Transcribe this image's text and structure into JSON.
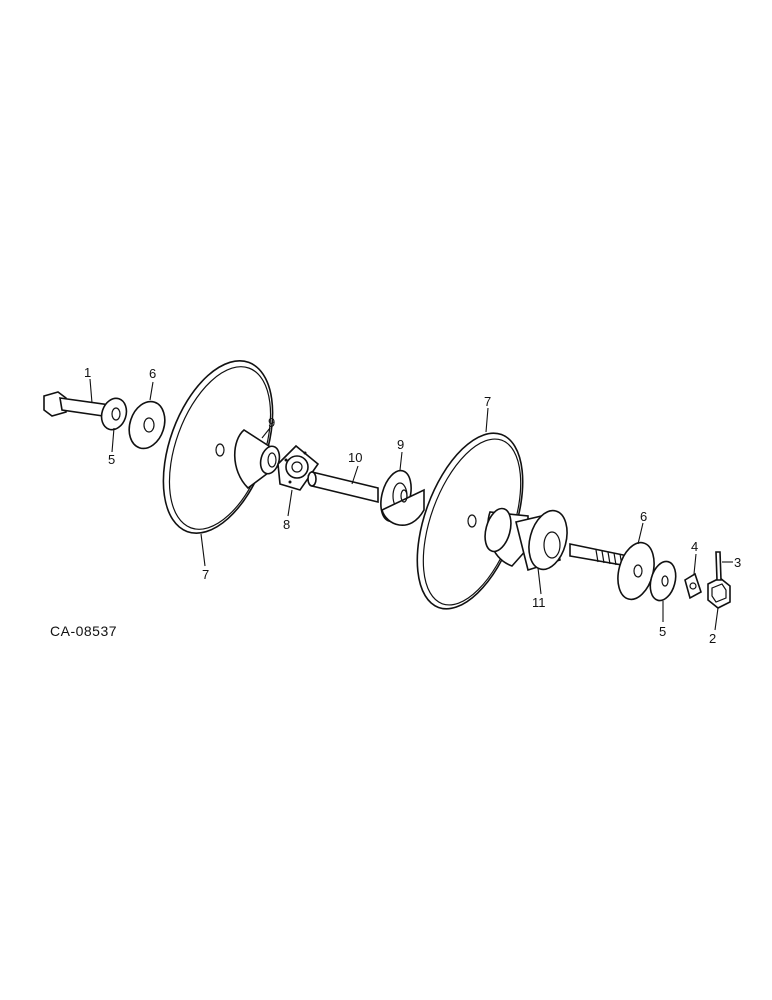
{
  "figure_code": "CA-08537",
  "callouts": [
    {
      "id": "c1a",
      "text": "1"
    },
    {
      "id": "c6a",
      "text": "6"
    },
    {
      "id": "c5a",
      "text": "5"
    },
    {
      "id": "c7a",
      "text": "7"
    },
    {
      "id": "c9a",
      "text": "9"
    },
    {
      "id": "c8",
      "text": "8"
    },
    {
      "id": "c10",
      "text": "10"
    },
    {
      "id": "c9b",
      "text": "9"
    },
    {
      "id": "c7b",
      "text": "7"
    },
    {
      "id": "c11",
      "text": "11"
    },
    {
      "id": "c6b",
      "text": "6"
    },
    {
      "id": "c5b",
      "text": "5"
    },
    {
      "id": "c4",
      "text": "4"
    },
    {
      "id": "c3",
      "text": "3"
    },
    {
      "id": "c2",
      "text": "2"
    }
  ]
}
